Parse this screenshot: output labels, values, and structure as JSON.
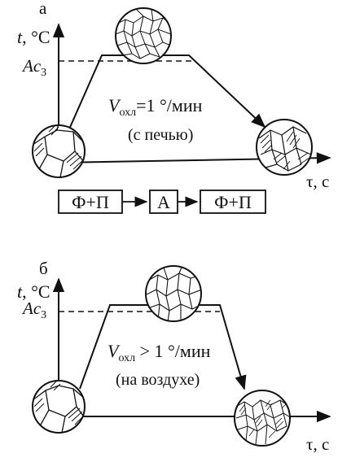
{
  "panel_a": {
    "letter": "а",
    "y_axis_var": "t",
    "y_axis_unit": ", °C",
    "level_label": "Ac",
    "level_sub": "3",
    "x_axis_label": "τ, с",
    "rate_var": "V",
    "rate_sub": "охл",
    "rate_value": "=1 °/мин",
    "rate_note": "(с печью)",
    "phases": [
      "Ф+П",
      "А",
      "Ф+П"
    ]
  },
  "panel_b": {
    "letter": "б",
    "y_axis_var": "t",
    "y_axis_unit": ", °C",
    "level_label": "Ac",
    "level_sub": "3",
    "x_axis_label": "τ, с",
    "rate_var": "V",
    "rate_sub": "охл",
    "rate_value": " > 1 °/мин",
    "rate_note": "(на воздухе)"
  }
}
